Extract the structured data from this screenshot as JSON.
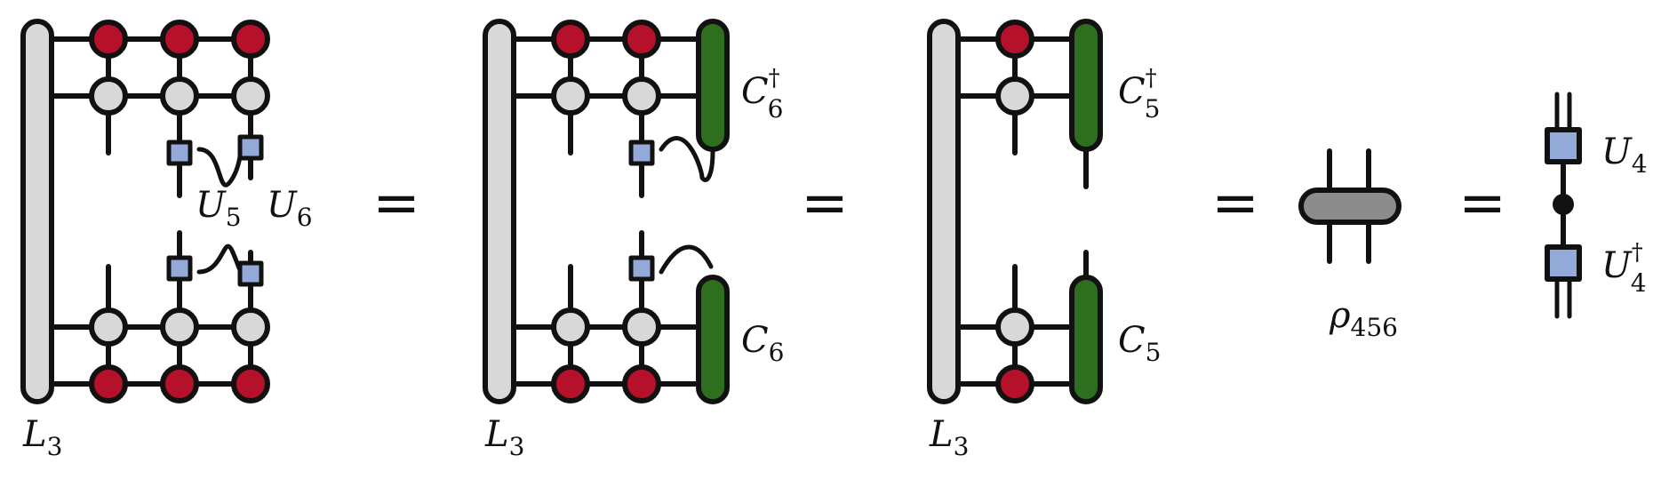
{
  "colors": {
    "red_tensor": "#B5112B",
    "gray_tensor": "#D8D8D8",
    "blue_unitary": "#93A9D8",
    "green_tensor": "#2E6E1F",
    "dark_gray_tensor": "#8C8C8C",
    "stroke": "#111111"
  },
  "equals_sign": "=",
  "panel1": {
    "left_label": "L",
    "left_label_sub": "3",
    "u5_label": "U",
    "u5_sub": "5",
    "u6_label": "U",
    "u6_sub": "6"
  },
  "panel2": {
    "left_label": "L",
    "left_label_sub": "3",
    "c_top_label": "C",
    "c_top_sup": "†",
    "c_top_sub": "6",
    "c_bot_label": "C",
    "c_bot_sub": "6"
  },
  "panel3": {
    "left_label": "L",
    "left_label_sub": "3",
    "c_top_label": "C",
    "c_top_sup": "†",
    "c_top_sub": "5",
    "c_bot_label": "C",
    "c_bot_sub": "5"
  },
  "panel4": {
    "rho_label": "ρ",
    "rho_sub": "456"
  },
  "panel5": {
    "u_top_label": "U",
    "u_top_sub": "4",
    "u_bot_label": "U",
    "u_bot_sup": "†",
    "u_bot_sub": "4"
  }
}
